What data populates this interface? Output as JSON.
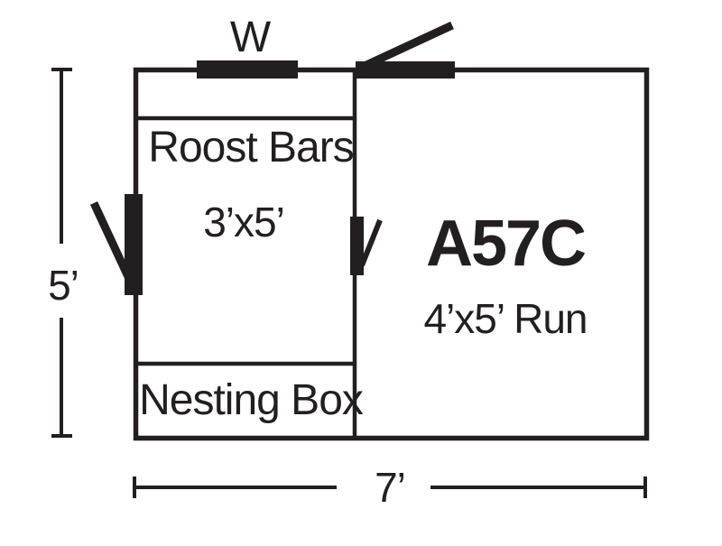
{
  "diagram": {
    "ink_color": "#231F20",
    "coop": {
      "window_label": "W",
      "roost_label": "Roost Bars",
      "size_label": "3’x5’",
      "nesting_label": "Nesting Box"
    },
    "run": {
      "model_label": "A57C",
      "size_label": "4’x5’ Run"
    },
    "dimensions": {
      "height_label": "5’",
      "width_label": "7’"
    }
  }
}
